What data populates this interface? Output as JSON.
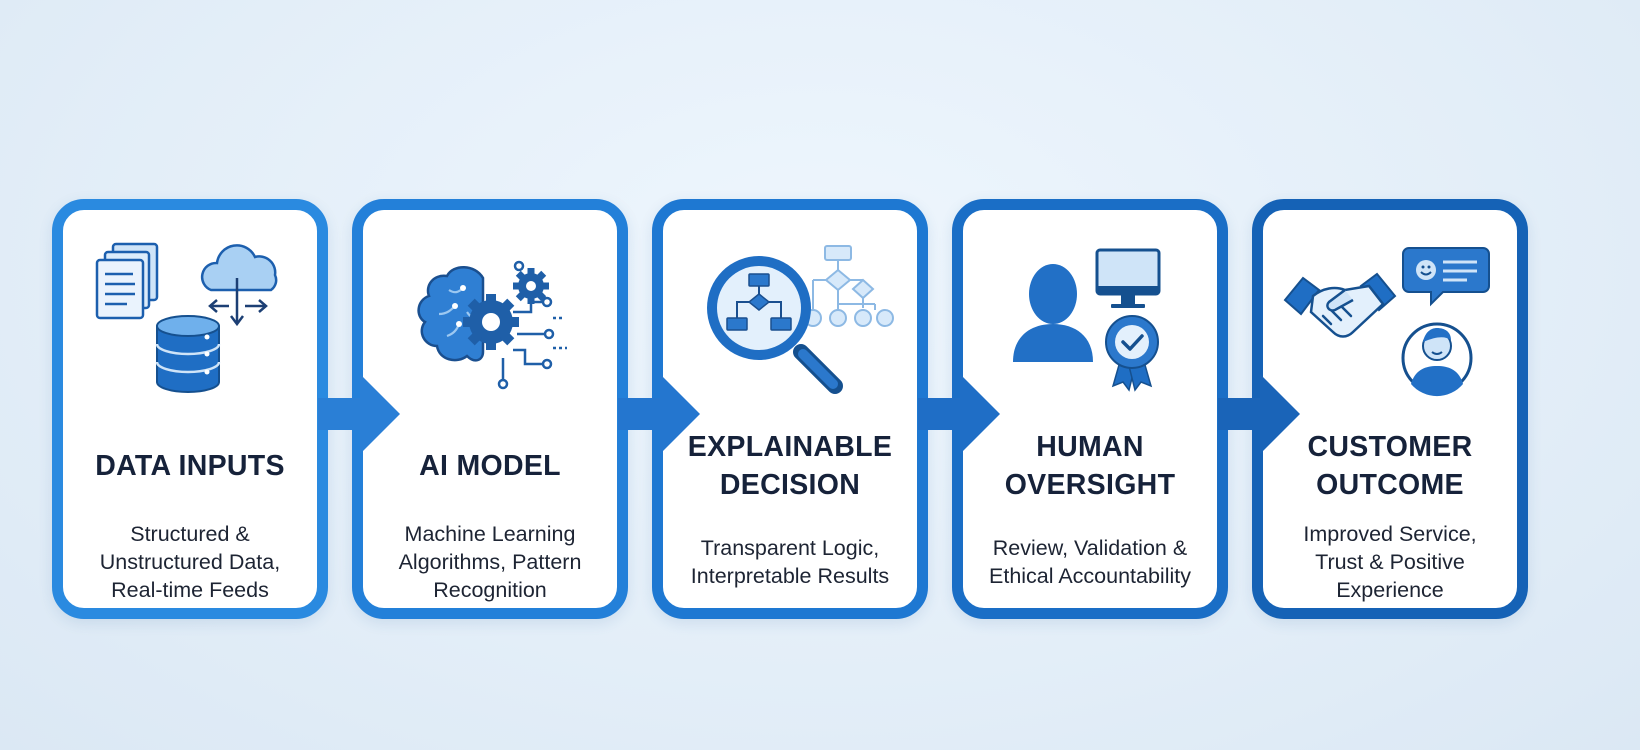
{
  "colors": {
    "background": "#e7f1fa",
    "border_step1": "#2a8ae0",
    "border_step2": "#2380d9",
    "border_step3": "#1e78d2",
    "border_step4": "#1a6ec6",
    "border_step5": "#1562b6",
    "arrow": "#2a7fd6",
    "icon_fill": "#2b78cc",
    "icon_light": "#b9d8f4",
    "title_text": "#16223a"
  },
  "steps": [
    {
      "title": "DATA INPUTS",
      "description": "Structured &\nUnstructured Data,\nReal-time Feeds",
      "icons": [
        "documents-icon",
        "cloud-transfer-icon",
        "database-icon"
      ]
    },
    {
      "title": "AI MODEL",
      "description": "Machine Learning\nAlgorithms, Pattern\nRecognition",
      "icons": [
        "brain-gear-icon",
        "circuit-icon"
      ]
    },
    {
      "title": "EXPLAINABLE\nDECISION",
      "description": "Transparent Logic,\nInterpretable Results",
      "icons": [
        "magnifier-flowchart-icon",
        "decision-tree-icon"
      ]
    },
    {
      "title": "HUMAN\nOVERSIGHT",
      "description": "Review, Validation &\nEthical Accountability",
      "icons": [
        "person-icon",
        "monitor-icon",
        "approval-badge-icon"
      ]
    },
    {
      "title": "CUSTOMER\nOUTCOME",
      "description": "Improved Service,\nTrust & Positive\nExperience",
      "icons": [
        "handshake-icon",
        "chat-bubble-icon",
        "customer-avatar-icon"
      ]
    }
  ]
}
